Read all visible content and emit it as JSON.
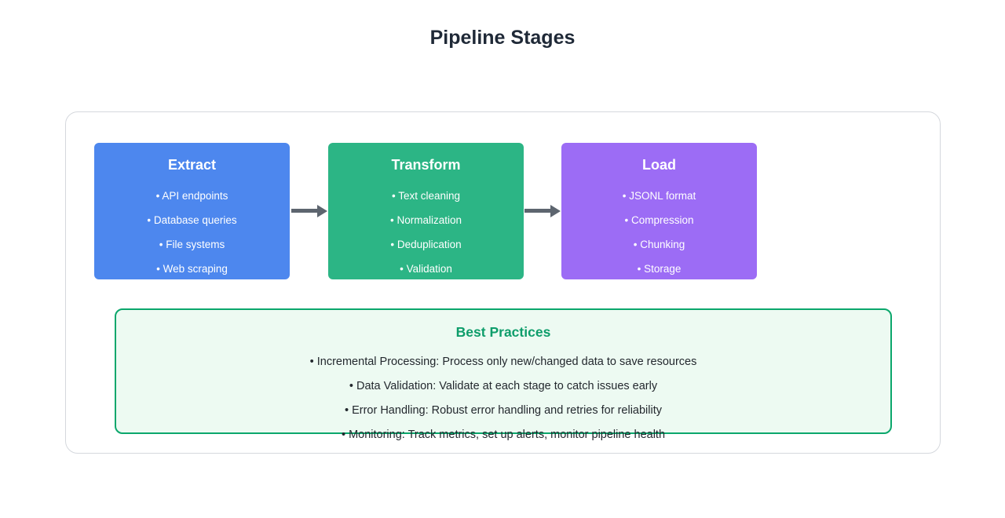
{
  "title": "Pipeline Stages",
  "stages": [
    {
      "label": "Extract",
      "color": "#4d87ee",
      "items": [
        "• API endpoints",
        "• Database queries",
        "• File systems",
        "• Web scraping"
      ]
    },
    {
      "label": "Transform",
      "color": "#2cb585",
      "items": [
        "• Text cleaning",
        "• Normalization",
        "• Deduplication",
        "• Validation"
      ]
    },
    {
      "label": "Load",
      "color": "#9c6cf5",
      "items": [
        "• JSONL format",
        "• Compression",
        "• Chunking",
        "• Storage"
      ]
    }
  ],
  "best_practices": {
    "title": "Best Practices",
    "items": [
      "• Incremental Processing: Process only new/changed data to save resources",
      "• Data Validation: Validate at each stage to catch issues early",
      "• Error Handling: Robust error handling and retries for reliability",
      "• Monitoring: Track metrics, set up alerts, monitor pipeline health"
    ],
    "background_color": "#edfaf2",
    "border_color": "#0ba76c",
    "title_color": "#0e9d6b"
  },
  "colors": {
    "title_text": "#1f2937",
    "arrow": "#5d656f",
    "container_border": "#d5d8dd",
    "canvas_background": "#ffffff"
  }
}
